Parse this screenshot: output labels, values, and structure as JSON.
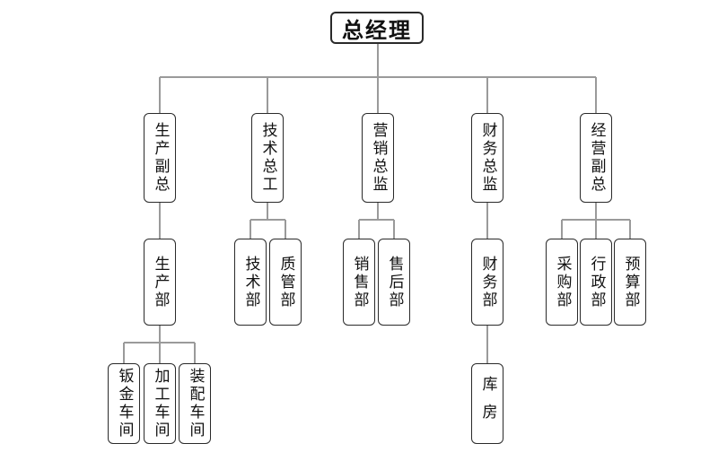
{
  "root": "总经理",
  "level1": [
    "生产副总",
    "技术总工",
    "营销总监",
    "财务总监",
    "经营副总"
  ],
  "production": {
    "dept": "生产部",
    "workshops": [
      "钣金车间",
      "加工车间",
      "装配车间"
    ]
  },
  "technical": {
    "depts": [
      "技术部",
      "质管部"
    ]
  },
  "marketing": {
    "depts": [
      "销售部",
      "售后部"
    ]
  },
  "finance": {
    "dept": "财务部",
    "sub": "库房"
  },
  "operations": {
    "depts": [
      "采购部",
      "行政部",
      "预算部"
    ]
  }
}
